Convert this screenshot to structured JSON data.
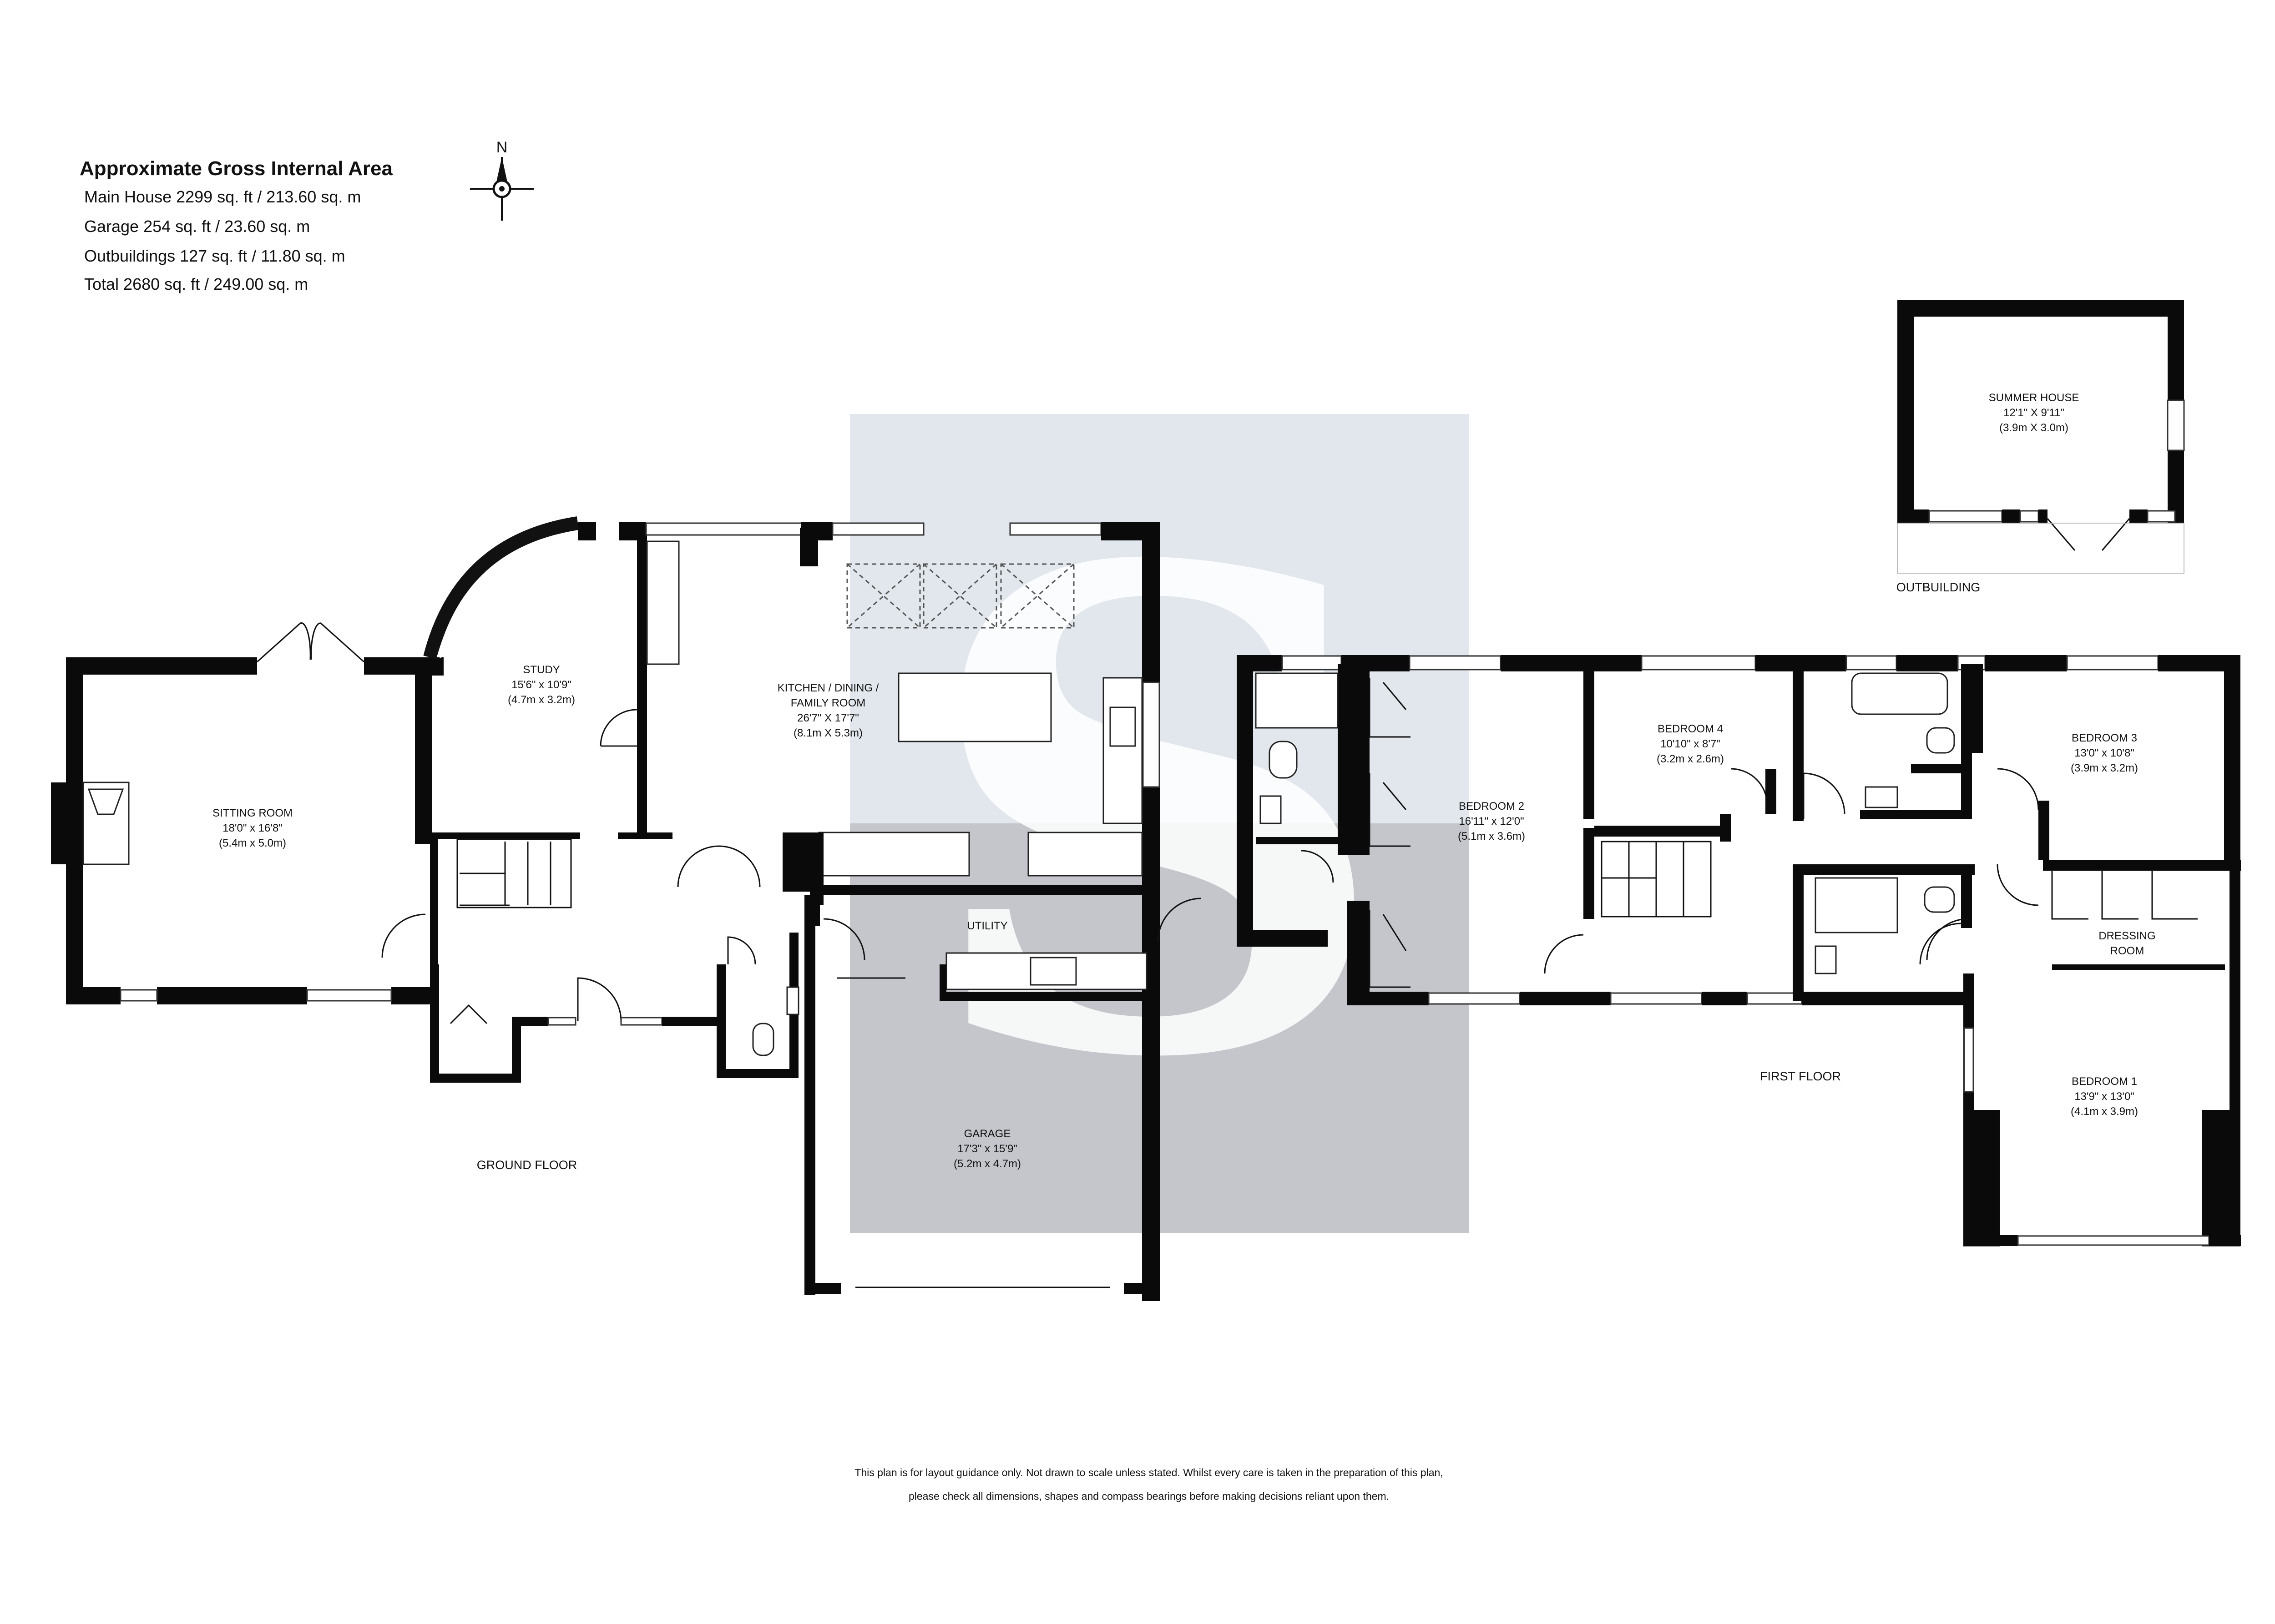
{
  "area_summary": {
    "title": "Approximate Gross Internal Area",
    "lines": [
      "Main House 2299 sq. ft / 213.60 sq. m",
      "Garage 254 sq. ft / 23.60 sq. m",
      "Outbuildings 127 sq. ft / 11.80 sq. m",
      "Total 2680 sq. ft / 249.00 sq. m"
    ]
  },
  "compass": {
    "label": "N"
  },
  "watermark": {
    "letter": "S",
    "color_top": "#e2e7ed",
    "color_bottom": "#c4c6cb"
  },
  "floors": {
    "ground": {
      "caption": "GROUND FLOOR",
      "rooms": {
        "sitting_room": {
          "name": "SITTING ROOM",
          "imperial": "18'0\" x 16'8\"",
          "metric": "(5.4m x 5.0m)"
        },
        "study": {
          "name": "STUDY",
          "imperial": "15'6\" x 10'9\"",
          "metric": "(4.7m x 3.2m)"
        },
        "kitchen": {
          "name1": "KITCHEN / DINING /",
          "name2": "FAMILY ROOM",
          "imperial": "26'7\" X 17'7\"",
          "metric": "(8.1m X 5.3m)"
        },
        "utility": {
          "name": "UTILITY"
        },
        "garage": {
          "name": "GARAGE",
          "imperial": "17'3\" x 15'9\"",
          "metric": "(5.2m x 4.7m)"
        }
      }
    },
    "first": {
      "caption": "FIRST FLOOR",
      "rooms": {
        "bedroom2": {
          "name": "BEDROOM 2",
          "imperial": "16'11\" x 12'0\"",
          "metric": "(5.1m x 3.6m)"
        },
        "bedroom4": {
          "name": "BEDROOM 4",
          "imperial": "10'10\" x 8'7\"",
          "metric": "(3.2m x 2.6m)"
        },
        "bedroom3": {
          "name": "BEDROOM 3",
          "imperial": "13'0\" x 10'8\"",
          "metric": "(3.9m x 3.2m)"
        },
        "dressing": {
          "name1": "DRESSING",
          "name2": "ROOM"
        },
        "bedroom1": {
          "name": "BEDROOM 1",
          "imperial": "13'9\" x 13'0\"",
          "metric": "(4.1m x 3.9m)"
        }
      }
    },
    "outbuilding": {
      "caption": "OUTBUILDING",
      "rooms": {
        "summer_house": {
          "name": "SUMMER HOUSE",
          "imperial": "12'1\" X 9'11\"",
          "metric": "(3.9m X 3.0m)"
        }
      }
    }
  },
  "disclaimer": {
    "line1": "This plan is for layout guidance only.  Not drawn to scale unless stated. Whilst every care is taken in the preparation of this plan,",
    "line2": "please check all dimensions, shapes and compass bearings before making decisions reliant upon them."
  }
}
